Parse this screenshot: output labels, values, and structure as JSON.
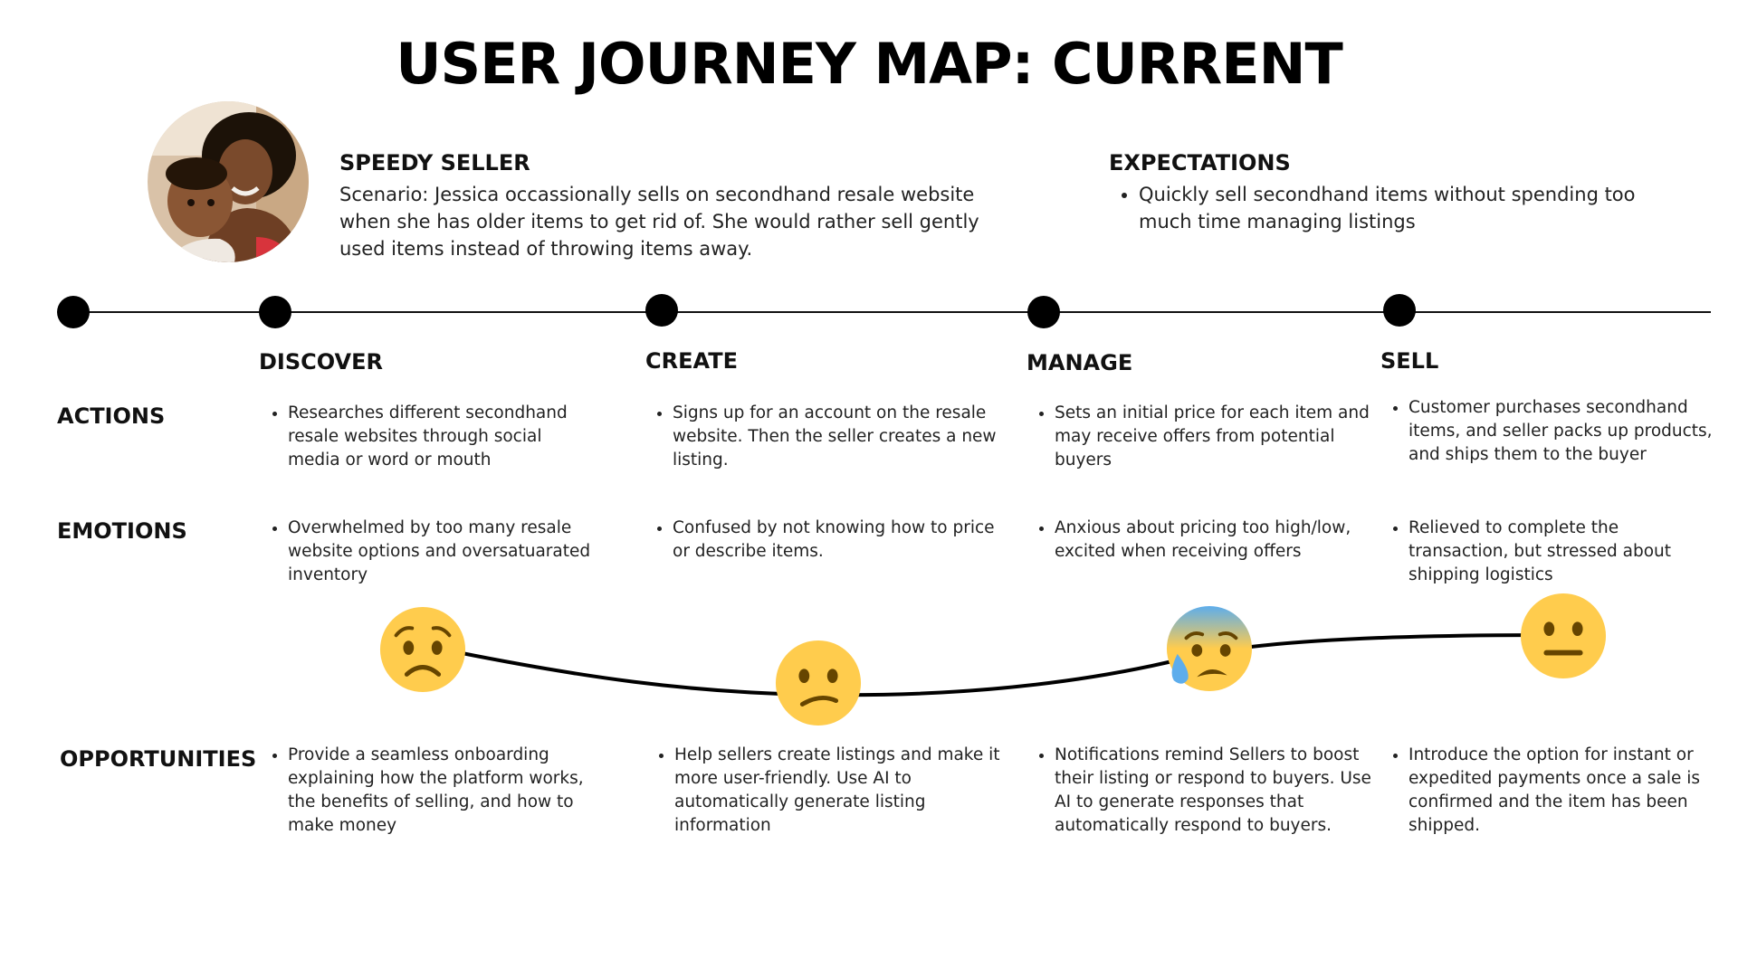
{
  "title": "USER JOURNEY MAP: CURRENT",
  "persona": {
    "name": "SPEEDY SELLER",
    "scenario": "Scenario: Jessica occassionally sells on secondhand resale website when she has older items to get rid of. She would rather sell gently used items instead of throwing items away."
  },
  "expectations": {
    "heading": "EXPECTATIONS",
    "items": [
      "Quickly sell secondhand items without spending too much time managing listings"
    ]
  },
  "stages": [
    "DISCOVER",
    "CREATE",
    "MANAGE",
    "SELL"
  ],
  "rows": {
    "actions": {
      "label": "ACTIONS",
      "cells": [
        "Researches different secondhand resale websites through social media or word or mouth",
        "Signs up for an account on the resale website. Then the seller creates a new listing.",
        "Sets an initial price for each item and may receive offers from potential buyers",
        "Customer purchases secondhand items, and seller packs up products, and ships them to the buyer"
      ]
    },
    "emotions": {
      "label": "EMOTIONS",
      "cells": [
        "Overwhelmed by too many resale website options and oversatuarated inventory",
        "Confused by not knowing how to price or describe items.",
        "Anxious about pricing too high/low, excited when receiving offers",
        "Relieved  to complete the transaction, but stressed about shipping logistics"
      ],
      "faces": [
        "worried-face-icon",
        "confused-face-icon",
        "anxious-sweat-face-icon",
        "neutral-face-icon"
      ]
    },
    "opportunities": {
      "label": "OPPORTUNITIES",
      "cells": [
        "Provide a seamless onboarding explaining how the platform works, the benefits of selling, and how to make money",
        "Help sellers create listings and make it more user-friendly. Use AI to automatically generate listing information",
        "Notifications remind Sellers to boost their listing or respond to buyers. Use AI to generate responses that automatically respond to buyers.",
        "Introduce the option for instant or expedited payments once a sale is confirmed and the item has been shipped."
      ]
    }
  },
  "colors": {
    "emoji_yellow": "#FFCC4D",
    "emoji_features": "#664500",
    "sweat_blue": "#5DADEC",
    "line": "#000000"
  }
}
